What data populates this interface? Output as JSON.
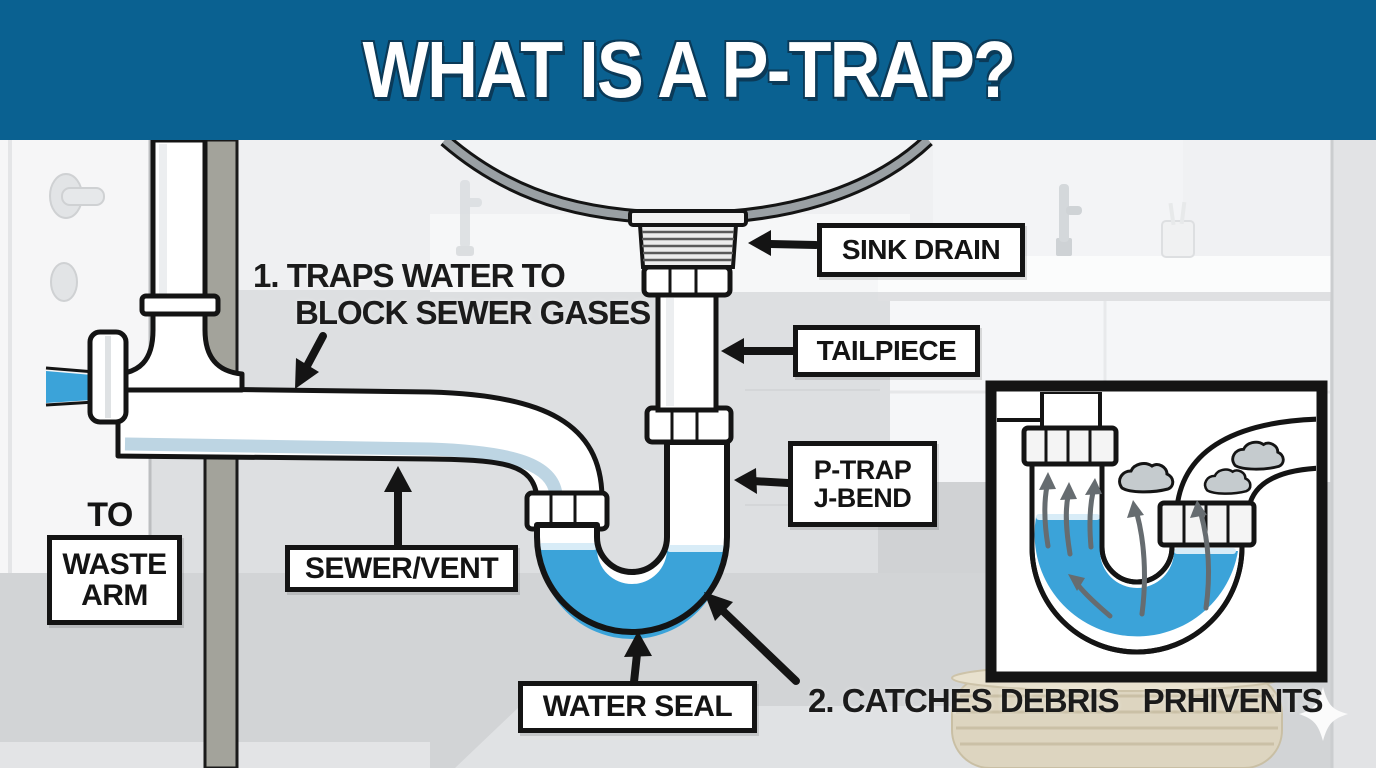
{
  "header": {
    "title": "WHAT IS A P-TRAP?"
  },
  "callouts": {
    "sink_drain": "SINK DRAIN",
    "tailpiece": "TAILPIECE",
    "p_trap_lines": [
      "P-TRAP",
      "J-BEND"
    ],
    "sewer_vent": "SEWER/VENT",
    "water_seal": "WATER SEAL",
    "waste_arm_prefix": "TO",
    "waste_arm_lines": [
      "WASTE",
      "ARM"
    ]
  },
  "annotations": {
    "note1_lines": [
      "1. TRAPS WATER TO",
      "BLOCK SEWER GASES"
    ],
    "note2_part1": "2. CATCHES DEBRIS",
    "note2_part2": "PRHIVENTS"
  },
  "colors": {
    "header_bg": "#0a6191",
    "title_text": "#ffffff",
    "water": "#3ba3d9",
    "water_film": "#bdd5e3",
    "water_highlight": "#d8ecf7",
    "outline": "#141414",
    "label_bg": "#ffffff",
    "gas_cloud": "#c5cbce",
    "gas_arrow": "#666c70",
    "wall_pipe_gray": "#a3a39b"
  }
}
